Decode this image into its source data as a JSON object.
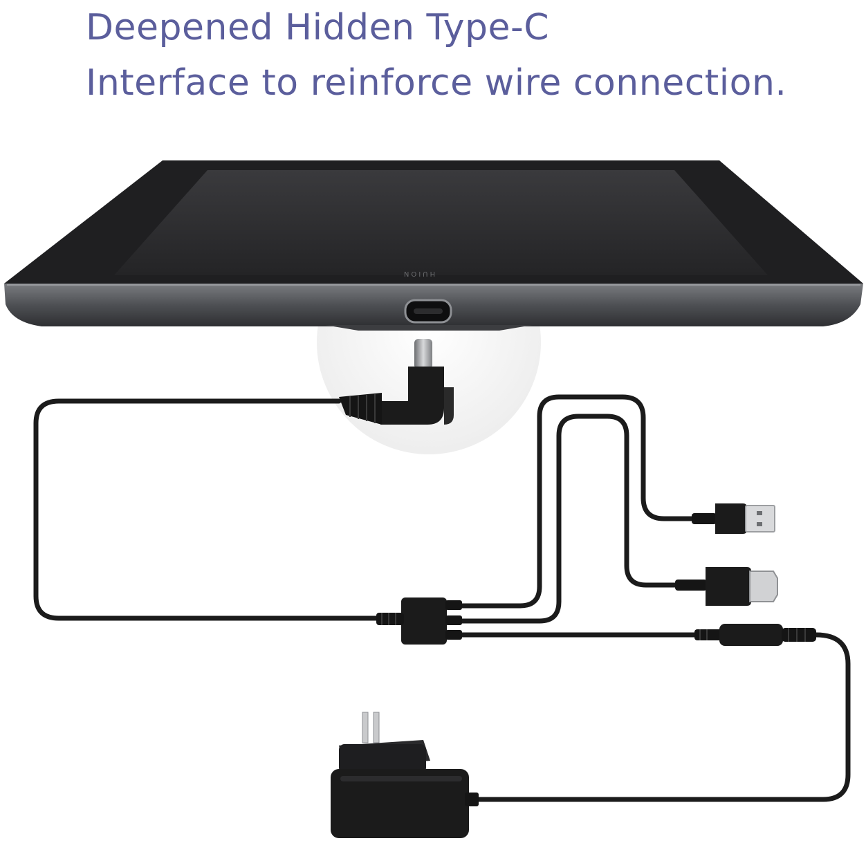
{
  "headline": {
    "line1": "Deepened Hidden Type-C",
    "line2": "Interface to reinforce wire connection."
  },
  "tablet": {
    "brand": "HUION"
  },
  "colors": {
    "headline": "#5b5e9c",
    "cable": "#1b1b1b",
    "tablet_body": "#2a2a2c",
    "tablet_edge": "#55575b",
    "zoom_circle": "#f1f1f1"
  }
}
